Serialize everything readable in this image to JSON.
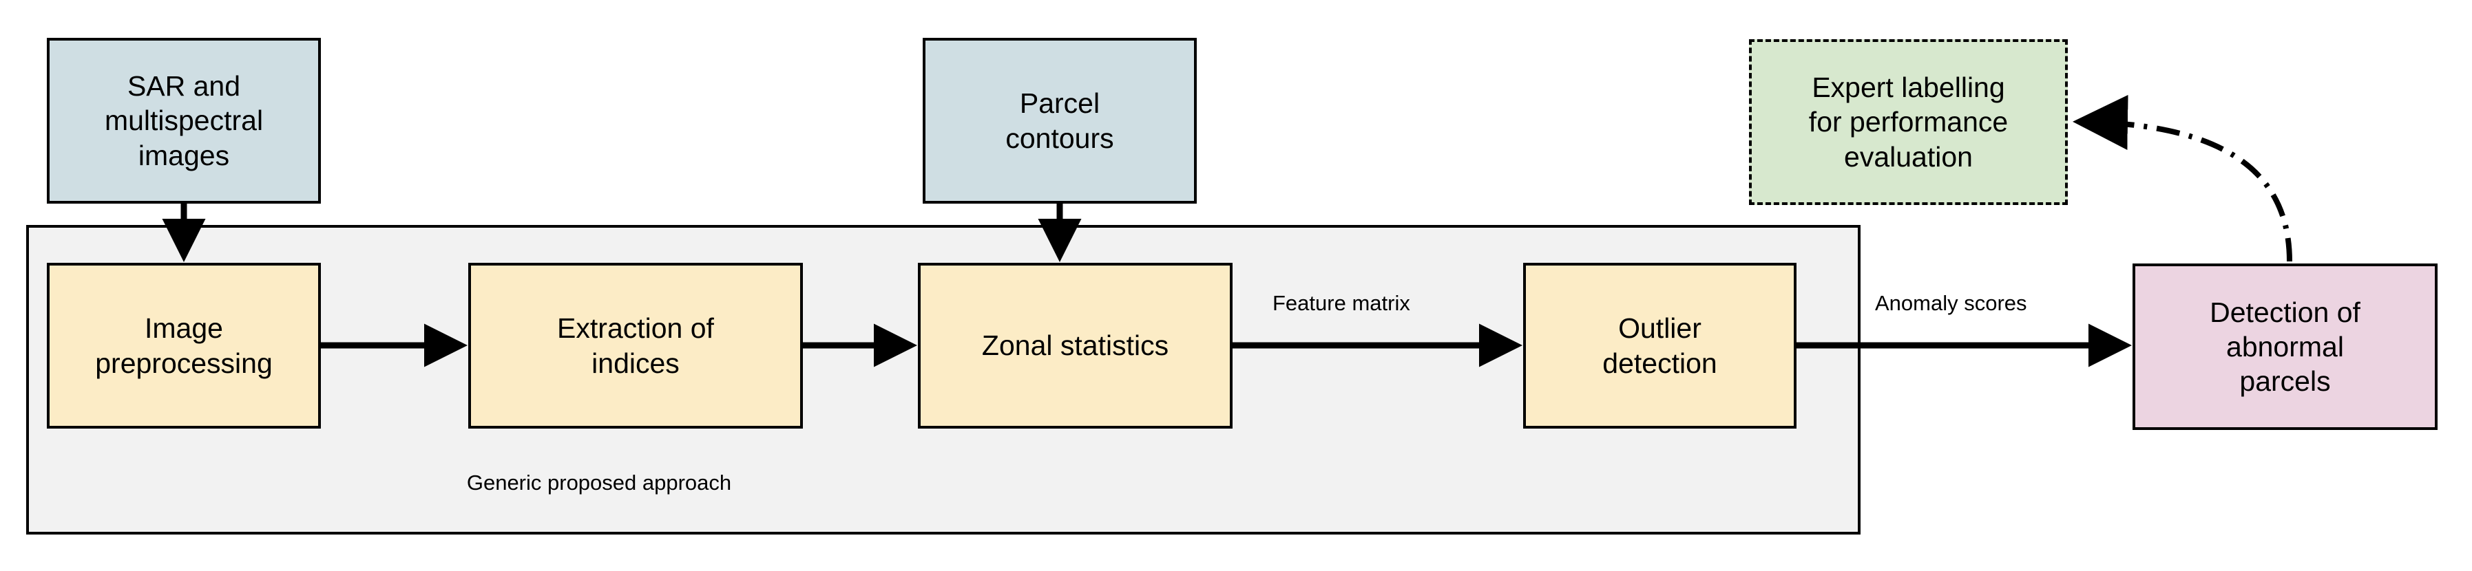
{
  "diagram": {
    "title": "Generic proposed approach",
    "colors": {
      "input_fill": "#cfdee3",
      "process_fill": "#fcecc6",
      "output_fill": "#ecd4e1",
      "evaluation_fill": "#d7e8ce",
      "group_fill": "#f2f2f2",
      "stroke": "#000000",
      "page_background": "#ffffff"
    },
    "group": {
      "label": "Generic proposed approach",
      "border_style": "solid"
    },
    "nodes": {
      "sar_images": {
        "label": "SAR and\nmultispectral\nimages",
        "kind": "input",
        "border_style": "solid"
      },
      "parcel_contours": {
        "label": "Parcel\ncontours",
        "kind": "input",
        "border_style": "solid"
      },
      "expert_labelling": {
        "label": "Expert labelling\nfor performance\nevaluation",
        "kind": "evaluation",
        "border_style": "dash-dot"
      },
      "image_preprocessing": {
        "label": "Image\npreprocessing",
        "kind": "process",
        "border_style": "solid"
      },
      "extraction_indices": {
        "label": "Extraction of\nindices",
        "kind": "process",
        "border_style": "solid"
      },
      "zonal_statistics": {
        "label": "Zonal statistics",
        "kind": "process",
        "border_style": "solid"
      },
      "outlier_detection": {
        "label": "Outlier\ndetection",
        "kind": "process",
        "border_style": "solid"
      },
      "detection_abnormal": {
        "label": "Detection of\nabnormal\nparcels",
        "kind": "output",
        "border_style": "solid"
      }
    },
    "edge_labels": {
      "feature_matrix": "Feature matrix",
      "anomaly_scores": "Anomaly scores"
    },
    "edges": [
      {
        "from": "sar_images",
        "to": "image_preprocessing",
        "style": "solid",
        "label": ""
      },
      {
        "from": "image_preprocessing",
        "to": "extraction_indices",
        "style": "solid",
        "label": ""
      },
      {
        "from": "extraction_indices",
        "to": "zonal_statistics",
        "style": "solid",
        "label": ""
      },
      {
        "from": "parcel_contours",
        "to": "zonal_statistics",
        "style": "solid",
        "label": ""
      },
      {
        "from": "zonal_statistics",
        "to": "outlier_detection",
        "style": "solid",
        "label": "Feature matrix"
      },
      {
        "from": "outlier_detection",
        "to": "detection_abnormal",
        "style": "solid",
        "label": "Anomaly scores"
      },
      {
        "from": "detection_abnormal",
        "to": "expert_labelling",
        "style": "dash-dot-curved",
        "label": ""
      }
    ]
  }
}
